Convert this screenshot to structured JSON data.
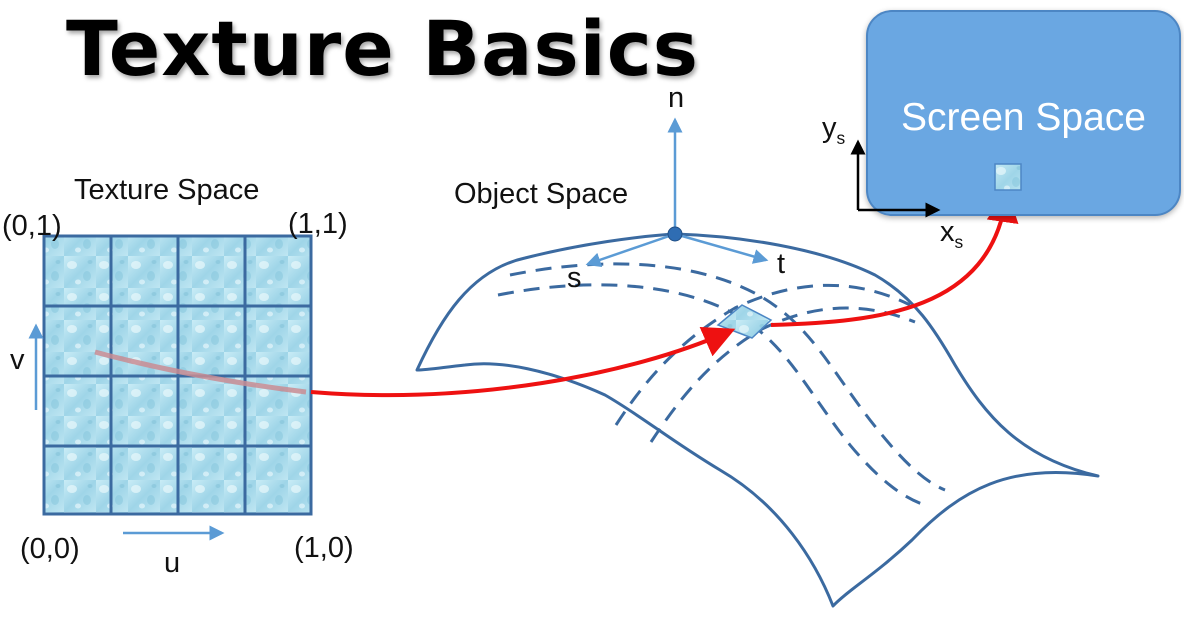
{
  "title": "Texture Basics",
  "texture_space": {
    "label": "Texture Space",
    "corner_00": "(0,0)",
    "corner_01": "(0,1)",
    "corner_10": "(1,0)",
    "corner_11": "(1,1)",
    "axis_u": "u",
    "axis_v": "v"
  },
  "object_space": {
    "label": "Object Space",
    "axis_n": "n",
    "axis_s": "s",
    "axis_t": "t"
  },
  "screen_space": {
    "label": "Screen Space",
    "axis_y": "y",
    "axis_y_sub": "s",
    "axis_x": "x",
    "axis_x_sub": "s"
  },
  "colors": {
    "axis_blue": "#5b9bd5",
    "surface_blue": "#3b6aa0",
    "mapping_red": "#ee1111",
    "screen_fill": "#6aa7e2",
    "tile_water": "#a9dcec"
  }
}
